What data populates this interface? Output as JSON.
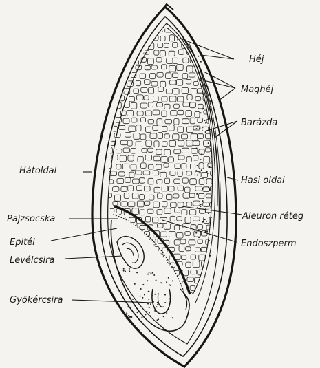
{
  "figure": {
    "background": "#f4f3ef",
    "ink": "#161616",
    "labels": {
      "hej": "Héj",
      "maghej": "Maghéj",
      "barazda": "Barázda",
      "hatoldal": "Hátoldal",
      "hasi_oldal": "Hasi oldal",
      "pajzsocska": "Pajzsocska",
      "aleuron_reteg": "Aleuron réteg",
      "epitel": "Epitél",
      "endoszperm": "Endoszperm",
      "levelcsira": "Levélcsira",
      "gyokercsira": "Gyökércsira"
    }
  }
}
